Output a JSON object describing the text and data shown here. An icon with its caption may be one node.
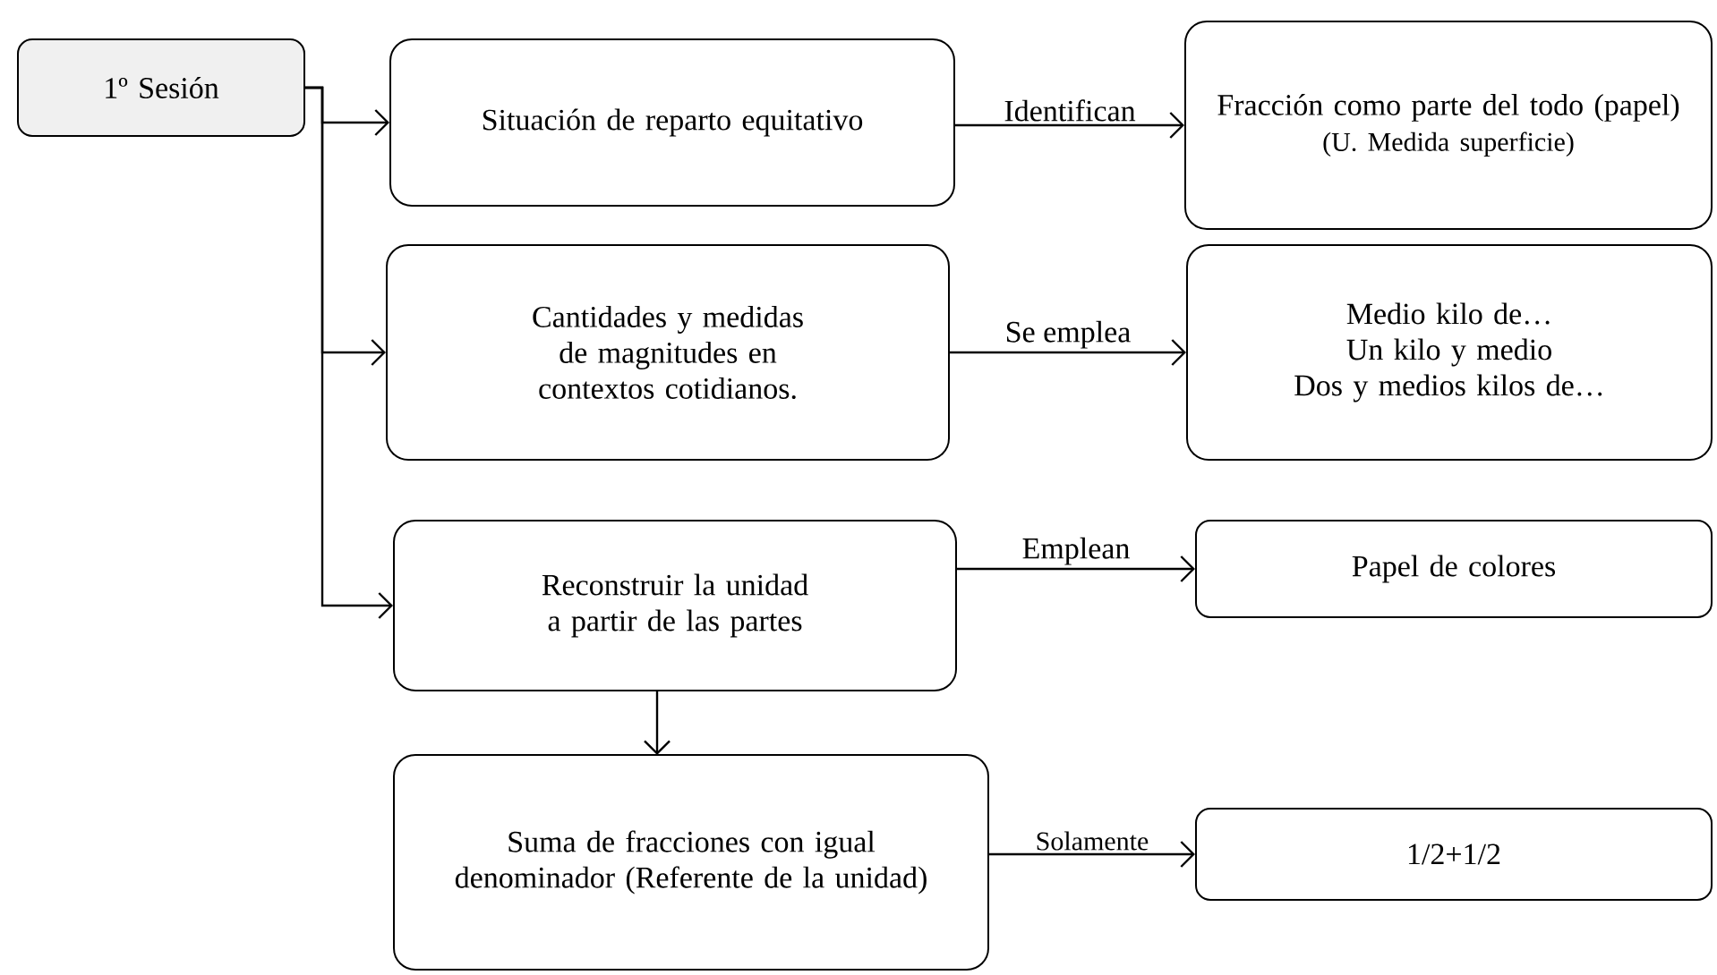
{
  "diagram": {
    "nodes": [
      {
        "text": [
          "1º Sesión"
        ]
      },
      {
        "text": [
          "Situación de reparto equitativo"
        ]
      },
      {
        "text": [
          "Fracción como parte del todo (papel)",
          "(U. Medida superficie)"
        ]
      },
      {
        "text": [
          "Cantidades y medidas de magnitudes en contextos cotidianos."
        ]
      },
      {
        "text": [
          "Medio kilo de…",
          "Un kilo y medio",
          "Dos y medios kilos de…"
        ]
      },
      {
        "text": [
          "Reconstruir la unidad a partir de las partes"
        ]
      },
      {
        "text": [
          "Papel de colores"
        ]
      },
      {
        "text": [
          "Suma de fracciones con igual denominador (Referente de la unidad)"
        ]
      },
      {
        "text": [
          "1/2+1/2"
        ]
      }
    ],
    "edges": [
      {
        "from": 0,
        "to": 1,
        "arrow": "to"
      },
      {
        "from": 0,
        "to": 3,
        "arrow": "to"
      },
      {
        "from": 0,
        "to": 5,
        "arrow": "to"
      },
      {
        "from": 1,
        "to": 2,
        "arrow": "to",
        "label": "Identifican"
      },
      {
        "from": 3,
        "to": 4,
        "arrow": "to",
        "label": "Se emplea"
      },
      {
        "from": 5,
        "to": 6,
        "arrow": "to",
        "label": "Emplean"
      },
      {
        "from": 5,
        "to": 7,
        "arrow": "to"
      },
      {
        "from": 7,
        "to": 8,
        "arrow": "to",
        "label": "Solamente"
      }
    ]
  }
}
